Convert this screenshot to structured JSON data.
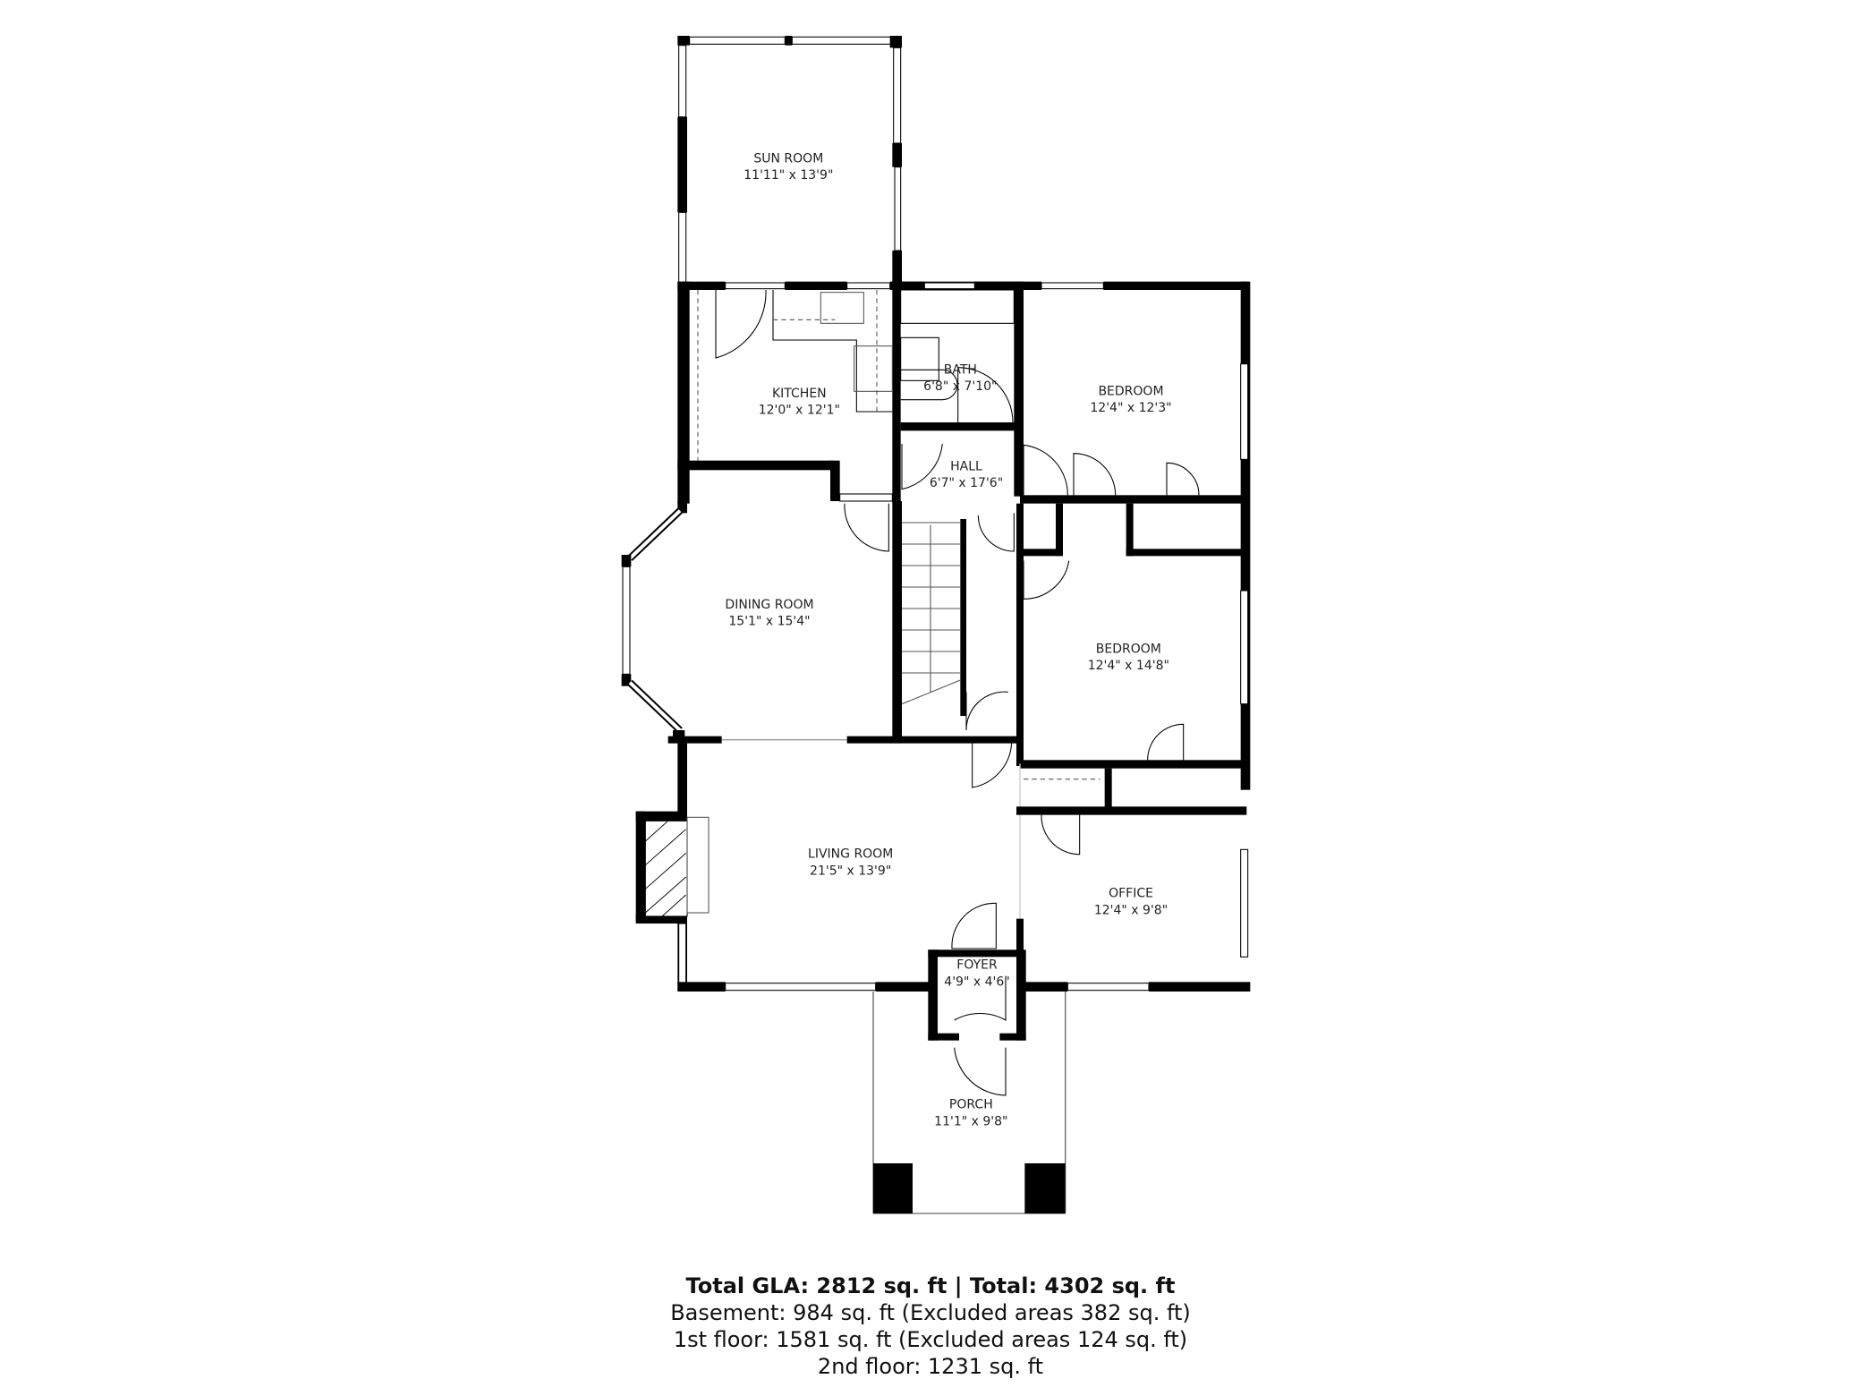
{
  "floorplan": {
    "rooms": [
      {
        "id": "sun-room",
        "name": "SUN ROOM",
        "dimensions": "11'11\" x 13'9\""
      },
      {
        "id": "kitchen",
        "name": "KITCHEN",
        "dimensions": "12'0\" x 12'1\""
      },
      {
        "id": "bath",
        "name": "BATH",
        "dimensions": "6'8\" x 7'10\""
      },
      {
        "id": "bedroom-1",
        "name": "BEDROOM",
        "dimensions": "12'4\" x 12'3\""
      },
      {
        "id": "hall",
        "name": "HALL",
        "dimensions": "6'7\" x 17'6\""
      },
      {
        "id": "dining-room",
        "name": "DINING ROOM",
        "dimensions": "15'1\" x 15'4\""
      },
      {
        "id": "bedroom-2",
        "name": "BEDROOM",
        "dimensions": "12'4\" x 14'8\""
      },
      {
        "id": "living-room",
        "name": "LIVING ROOM",
        "dimensions": "21'5\" x 13'9\""
      },
      {
        "id": "office",
        "name": "OFFICE",
        "dimensions": "12'4\" x 9'8\""
      },
      {
        "id": "foyer",
        "name": "FOYER",
        "dimensions": "4'9\" x 4'6\""
      },
      {
        "id": "porch",
        "name": "PORCH",
        "dimensions": "11'1\" x 9'8\""
      }
    ]
  },
  "summary": {
    "total_line": "Total GLA: 2812 sq. ft | Total: 4302 sq. ft",
    "basement": "Basement: 984 sq. ft (Excluded areas 382 sq. ft)",
    "first_floor": "1st floor: 1581 sq. ft (Excluded areas 124 sq. ft)",
    "second_floor": "2nd floor: 1231 sq. ft"
  }
}
